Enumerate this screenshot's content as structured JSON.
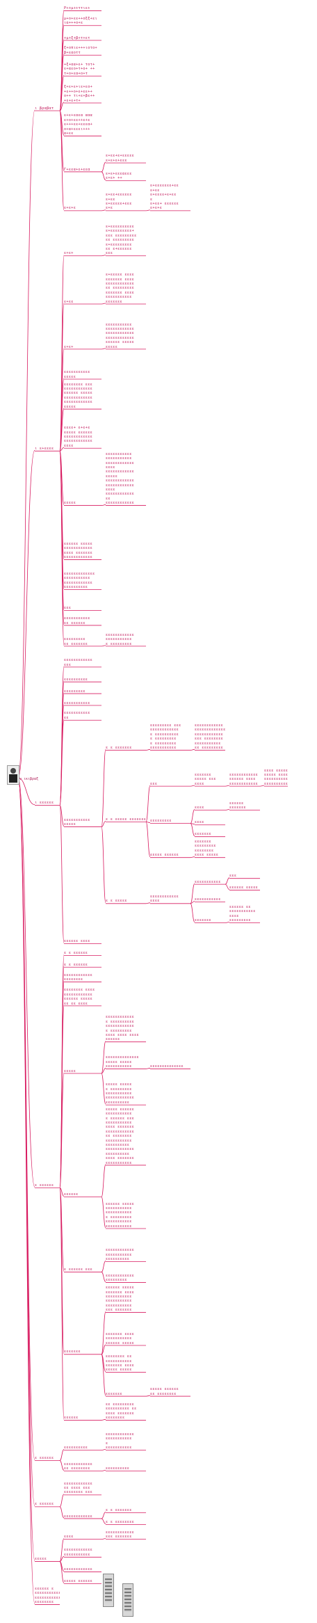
{
  "root": {
    "label": "ν ικιβραξ",
    "image_icon": "portrait-photo"
  },
  "colors": {
    "branch_line": "#d81b60",
    "text": "#c2185b"
  },
  "branches": [
    {
      "label": "ι βραβατ",
      "children": [
        {
          "label": "Ρ++μ++ττιε+"
        },
        {
          "label": "μ+ο+εε++οξξ+ει\nια+++ο+ε"
        },
        {
          "label": "+μ+ξ+β+τ+ετ"
        },
        {
          "label": "ξ+οπιε+++ιοτο+\nβ+εαοττ"
        },
        {
          "label": "+ξ+αα+ε+ τοτ+\nε+αεο+τ+ο+ ++\nτ+ο+εα+ο+τ"
        },
        {
          "label": "ξ+ε+ε+ιε+εο+\n+ε++ο+ε+εε++\nο++ τι+ε+βε++\n+ε+ε+τ+"
        },
        {
          "label": "ε+ε+εαεα ααα\nε+ο+εε++ε+ε\nε+++εε+εεεα+\nο+α+εεει+++\nα+εε"
        },
        {
          "label": "Γ+εεα+ε+εεα",
          "children": [
            {
              "label": "ε+εε+ε+εεεεε\nε+ε+ε+εεε"
            },
            {
              "label": "ε+ε+εεεαεεε\nε+ε+ ++"
            }
          ]
        },
        {
          "label": "ε+ε+ε",
          "children": [
            {
              "label": "ε+εε+εεεεεε\nε+εε\nε+εεεεε+εεε\nε+ε",
              "children": [
                {
                  "label": "ε+εεεεεεε+εε\nε+εε\nε+εεεε+ε+εε\nε\nε+εε+ εεεεεε\nε+ε+ε"
                }
              ]
            }
          ]
        }
      ]
    },
    {
      "label": "ι ε+εεεε",
      "children": [
        {
          "label": "ε+ε+",
          "children": [
            {
              "label": "ε+εεεεεεεεεε\nε+εεεεεεεεε+\nεεε εεεεεεεεε\nεε εεεεεεεεε\nε+εεεεεεεεε\nεε ε+εεεεεε\nεεε"
            }
          ]
        },
        {
          "label": "ε+εε",
          "children": [
            {
              "label": "ε+εεεεε εεεε\nεεεεεεε εεεε\nεεεεεεεεεεεε\nεε εεεεεεεεε\nεεεεεεε εεεε\nεεεεεεεεεεε\nεεεεεεε"
            }
          ]
        },
        {
          "label": "ε+ε+",
          "children": [
            {
              "label": "εεεεεεεεεεε\nεεεεεεεεεεεε\nεεεεεεεεεεεε\nεεεεεεεεεεεε\nεεεεεε εεεεε\nεεεεε"
            }
          ]
        },
        {
          "label": "εεεεεεεεεεε\nεεεεε"
        },
        {
          "label": "εεεεεεεε εεε\nεεεεεεεεεεεε\nεεεεεε εεεεε\nεεεεεεεεεεεε\nεεεεεεεεεεεε\nεεεεε"
        },
        {
          "label": "εεεε+ ε+ε+ε\nεεεεε εεεεεε\nεεεεεεεεεεεε\nεεεεεεεεεεεε\nεεεε"
        },
        {
          "label": "εεεεε",
          "children": [
            {
              "label": "εεεεεεεεεεε\nεεεεεεεεεεε\nεεεεεεεεεεεε\nεεεε\nεεεεεεεεεεεε\nεεεεε\nεεεεεεεεεεεε\nεεεεεεεεεεεε\nεεεε\nεεεεεεεεεεεε\nεε\nεεεεεεεεεεεε"
            }
          ]
        },
        {
          "label": "εεεεεε εεεεε\nεεεεεεεεεεεε\nεεεε εεεεεεε\nεεεεεεεεεεεε"
        },
        {
          "label": "εεεεεεεεεεεεε\nεεεεεεεεεεε\nεεεεεεεεεεεε\nεεεεεεεεεε"
        },
        {
          "label": "εεε"
        },
        {
          "label": "εεεεεεεεεεε\nεε εεεεεε"
        },
        {
          "label": "εεεεεεεεε\nεε εεεεεεε",
          "children": [
            {
              "label": "εεεεεεεεεεεε\nεεεεεεεεεεε\nε εεεεεεεεε"
            }
          ]
        }
      ]
    },
    {
      "label": "ι εεεεεε",
      "children": [
        {
          "label": "εεεεεεεεεεεε\nεεε"
        },
        {
          "label": "εεεεεεεεεε"
        },
        {
          "label": "εεεεεεεεε"
        },
        {
          "label": "εεεεεεεεεεε"
        },
        {
          "label": "εεεεεεεεεεε\nεε"
        },
        {
          "label": "εεεεεεεεεεε\nεεεεε",
          "children": [
            {
              "label": "ε ε εεεεεεε",
              "children": [
                {
                  "label": "εεεεεεεεε εεε\nεεεεεεεεεεεε\nε εεεεεεεεεε\nε εεεεεεεεε\nε εεεεεεεεε\nεεεεεεεεεεε",
                  "children": [
                    {
                      "label": "εεεεεεεεεεεε\nεεεεεεεεεεεεε\nεεεεεεεεεεεε\nεεε εεεεεεεε\nεεεεεεεεεεε\nεε εεεεεεεεε"
                    }
                  ]
                }
              ]
            },
            {
              "label": "ε ε εεεεε εεεεεεεε",
              "children": [
                {
                  "label": "εεε",
                  "children": [
                    {
                      "label": "εεεεεεε\nεεεεε εεε\nεεεε",
                      "children": [
                        {
                          "label": "εεεεεεεεεεεε\nεεεεεε εεεε\nεεεεεεεεεεεε",
                          "children": [
                            {
                              "label": "εεεε εεεεεεε\nεεεεε εεεεε\nεεεεεεεεεεεε\nεεεεεεεεεε"
                            }
                          ]
                        }
                      ]
                    }
                  ]
                },
                {
                  "label": "εεεεεεεεε",
                  "children": [
                    {
                      "label": "εεεε",
                      "children": [
                        {
                          "label": "εεεεεε\nεεεεεεε"
                        }
                      ]
                    },
                    {
                      "label": "εεεε"
                    },
                    {
                      "label": "εεεεεεε"
                    }
                  ]
                },
                {
                  "label": "εεεεε εεεεεε",
                  "children": [
                    {
                      "label": "εεεεεεε\nεεεεεεεεε\nεεεεεεεε\nεεεε εεεεε"
                    }
                  ]
                }
              ]
            },
            {
              "label": "ε ε εεεεε",
              "children": [
                {
                  "label": "εεεεεεεεεεεε\nεεεε",
                  "children": [
                    {
                      "label": "εεεεεεεεεεε",
                      "children": [
                        {
                          "label": "εεε"
                        },
                        {
                          "label": "εεεεεε εεεεε"
                        }
                      ]
                    },
                    {
                      "label": "εεεεεεεεεεε"
                    },
                    {
                      "label": "εεεεεεε",
                      "children": [
                        {
                          "label": "εεεεεε εε\nεεεεεεεεεεε\nεεεε\nεεεεεεεεε"
                        }
                      ]
                    }
                  ]
                }
              ]
            }
          ]
        },
        {
          "label": "εεεεεε εεεε"
        }
      ]
    },
    {
      "label": "ε εεεεεε",
      "children": [
        {
          "label": "ε ε εεεεεε"
        },
        {
          "label": "ε ε εεεεεε"
        },
        {
          "label": "εεεεεεεεεεεε\nεεεεεεεε"
        },
        {
          "label": "εεεεεεεε εεεε\nεεεεεεεεεεεε\nεεεεεε εεεεε\nεε εε εεεε"
        },
        {
          "label": "εεεεε",
          "children": [
            {
              "label": "εεεεεεεεεεεε\nε εεεεεεεεεε\nεεεεεεεεεεεε\nε εεεεεεεεε\nεεεε εεεε εεεε\nεεεεεε"
            },
            {
              "label": "εεεεεεεεεεεεεε\nεεεεε εεεεε\nεεεεεεεεεεε",
              "children": [
                {
                  "label": "εεεεεεεεεεεεεε"
                }
              ]
            },
            {
              "label": "εεεεε εεεεε\nε εεεεεεεεε\nεεεεεεεεεεε\nεεεεεεεεεεεε\nεεεεεεεεεε"
            }
          ]
        },
        {
          "label": "εεεεεε",
          "children": [
            {
              "label": "εεεεε εεεεεε\nεεεεεεεεεεε\nε εεεεεε εεε\nεεεεεεεεεεε\nεεεε εεεεεεε\nεεεεεεεεεεεε\nεε εεεεεεεε\nεεεεεεεεεεε\nεεεεεεεεεε\nεεεεεεεεεεεε\nεεεεεεεεεε\nεεεε εεεεεεε\nεεεεεεεεεεε"
            },
            {
              "label": "εεεεεε εεεεε\nεεεεεεεεεεε\nεεεεεεεεεεε\nε εεεεεεεεε\nεεεεεεεεεεε\nεεεεεεεεεεε"
            }
          ]
        },
        {
          "label": "ε εεεεεε εεε",
          "children": [
            {
              "label": "εεεεεεεεεεεε\nεεεεεεεεεεε\nεεεεεεεεεε"
            },
            {
              "label": "εεεεεεεεεεεε\nεεεεεεεεε"
            }
          ]
        },
        {
          "label": "εεεεεεε",
          "children": [
            {
              "label": "εεεεεε εεεεε\nεεεεεεε εεεε\nεεεεεεεεεεε\nεεεεεεεεεεε\nεεεεεεεεεεε\nεεε εεεεεεε"
            },
            {
              "label": "εεεεεεε εεεε\nεεεεεεεεεεε\nεεεεεε εεεεε"
            },
            {
              "label": "εεεεεεεε εε\nεεεεεεεεεεε\nεεεεεεε εεεε\nεεεεε εεεεε"
            },
            {
              "label": "εεεεεεε",
              "children": [
                {
                  "label": "εεεεε εεεεεε\nεε εεεεεεεε"
                }
              ]
            }
          ]
        },
        {
          "label": "εεεεεε",
          "children": [
            {
              "label": "εε εεεεεεεεε\nεεεεεεεεεε εε\nεεεε εεεεεεε\nεεεεεεεε"
            }
          ]
        }
      ]
    },
    {
      "label": "ε εεεεεε",
      "children": [
        {
          "label": "εεεεεεεεεε",
          "children": [
            {
              "label": "εεεεεεεεεεεε\nεεεεεεεεεεε\nε\nεεεεεεεεεεε"
            }
          ]
        },
        {
          "label": "εεεεεεεεεεεε\nεε εεεεεεεε",
          "children": [
            {
              "label": "εεεεεεεεεε"
            }
          ]
        }
      ]
    },
    {
      "label": "ε εεεεεε",
      "children": [
        {
          "label": "εεεεεεεεεεεε\nεε εεεε εεε\nεεεεεεεε εεε"
        },
        {
          "label": "εεεεεεεεεεεε",
          "children": [
            {
              "label": "ε ε εεεεεεε"
            },
            {
              "label": "ε ε εεεεεεεε"
            }
          ]
        }
      ]
    },
    {
      "label": "εεεεε",
      "children": [
        {
          "label": "εεεε",
          "children": [
            {
              "label": "εεεεεεεεεεεε\nεεε εεεεεεε"
            }
          ]
        },
        {
          "label": "εεεεεεεεεεεε\nεεεεεεεεεεε"
        },
        {
          "label": "εεεεεεεεεεεε"
        },
        {
          "label": "εεεεε εεεεεε"
        }
      ]
    },
    {
      "label": "εεεεεε ε\nεεεεεεεεεεε\nεεεεεεεεεεε\nεεεεεεεε",
      "children": []
    }
  ]
}
